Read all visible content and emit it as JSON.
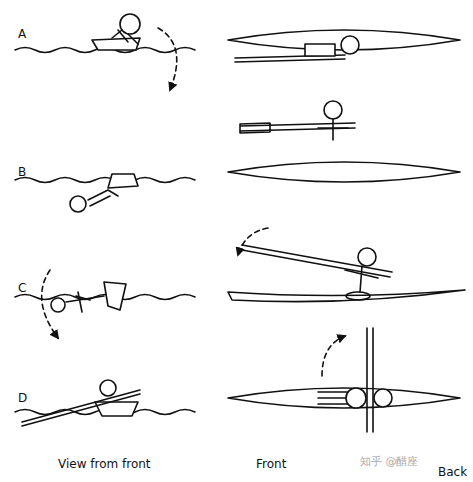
{
  "diagram": {
    "labels": [
      "A",
      "B",
      "C",
      "D",
      "View from front",
      "Front",
      "Back",
      "知乎 @醋座"
    ]
  }
}
